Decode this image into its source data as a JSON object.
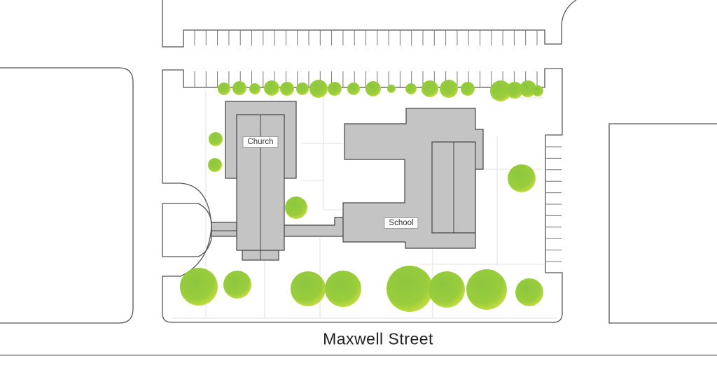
{
  "labels": {
    "church": "Church",
    "school": "School",
    "street": "Maxwell Street"
  },
  "colors": {
    "building": "#c4c4c4",
    "tree_light": "#c6e04a",
    "tree_dark": "#7fbf3a",
    "outline": "#555555"
  }
}
